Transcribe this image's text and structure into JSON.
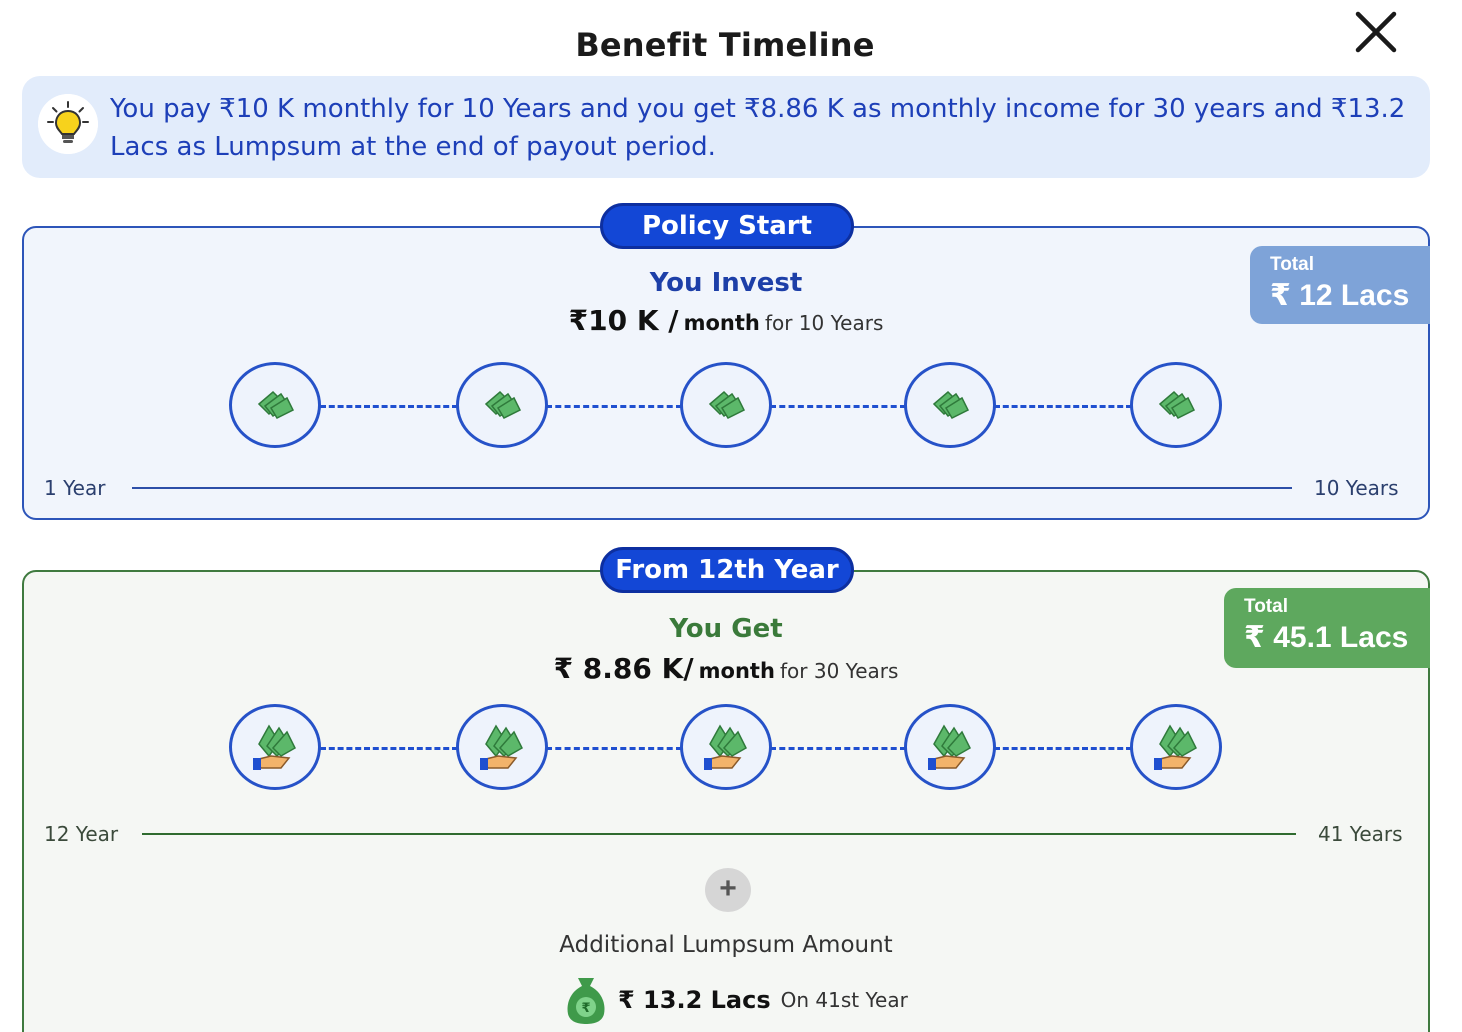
{
  "dialog": {
    "title": "Benefit Timeline",
    "close_icon": "close-icon"
  },
  "info": {
    "icon": "lightbulb-icon",
    "text": "You pay ₹10 K monthly for 10 Years and you get ₹8.86 K as monthly income for 30 years and ₹13.2 Lacs as Lumpsum at the end of payout period."
  },
  "invest": {
    "badge": "Policy Start",
    "heading": "You Invest",
    "amount": "₹10 K /",
    "unit": "month",
    "duration": "for 10 Years",
    "total_label": "Total",
    "total_value": "₹ 12 Lacs",
    "start_label": "1 Year",
    "end_label": "10 Years",
    "node_icon": "cash-stack-icon",
    "colors": {
      "accent": "#1347d6",
      "border": "#2d55b9",
      "total_bg": "#7ea3d8"
    }
  },
  "get": {
    "badge": "From 12th Year",
    "heading": "You Get",
    "amount": "₹ 8.86 K/",
    "unit": "month",
    "duration": "for 30 Years",
    "total_label": "Total",
    "total_value": "₹ 45.1 Lacs",
    "start_label": "12 Year",
    "end_label": "41 Years",
    "node_icon": "cash-in-hand-icon",
    "plus_symbol": "+",
    "lumpsum_label": "Additional Lumpsum Amount",
    "lumpsum_icon": "money-bag-icon",
    "lumpsum_value": "₹ 13.2 Lacs",
    "lumpsum_when": "On 41st Year",
    "colors": {
      "accent": "#3a7a3a",
      "border": "#3f7a3f",
      "total_bg": "#5ea85e"
    }
  }
}
